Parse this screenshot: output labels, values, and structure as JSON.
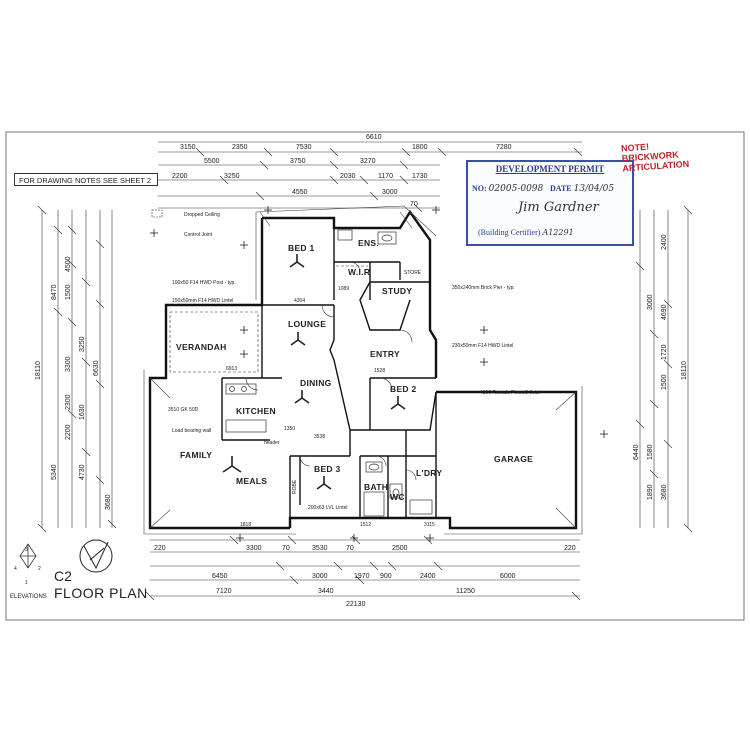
{
  "drawing": {
    "notes_reference": "FOR DRAWING NOTES SEE SHEET 2",
    "title_code": "C2",
    "title": "FLOOR PLAN",
    "elevations_label": "ELEVATIONS"
  },
  "legend": {
    "dropped_ceiling": "Dropped Ceiling",
    "control_joint": "Control Joint"
  },
  "stamp": {
    "title": "DEVELOPMENT PERMIT",
    "no_label": "NO:",
    "no_value": "02005-0098",
    "date_label": "DATE",
    "date_value": "13/04/05",
    "signature": "Jim Gardner",
    "certifier_label": "(Building Certifier)",
    "certifier_id": "A12291"
  },
  "red_stamp": {
    "line1": "NOTE!",
    "line2": "BRICKWORK",
    "line3": "ARTICULATION"
  },
  "rooms": {
    "bed1": "BED 1",
    "ens": "ENS.",
    "wir": "W.I.R",
    "store": "STORE",
    "study": "STUDY",
    "lounge": "LOUNGE",
    "entry": "ENTRY",
    "verandah": "VERANDAH",
    "dining": "DINING",
    "kitchen": "KITCHEN",
    "bed2": "BED 2",
    "garage": "GARAGE",
    "family": "FAMILY",
    "meals": "MEALS",
    "bed3": "BED 3",
    "robe": "ROBE",
    "bath": "BATH",
    "wc": "WC",
    "ldry": "L'DRY"
  },
  "top_dims": {
    "overall": "6610",
    "row1": [
      "3150",
      "2350",
      "7530",
      "1800",
      "7280"
    ],
    "row2": [
      "5500",
      "3750",
      "3270"
    ],
    "row3": [
      "2200",
      "3250",
      "2030",
      "1170",
      "1730"
    ],
    "row4": [
      "4550",
      "3000",
      "70"
    ]
  },
  "bottom_dims": {
    "row1": [
      "220",
      "3300",
      "70",
      "3530",
      "70",
      "2500",
      "220"
    ],
    "row2": [
      "6450",
      "3000",
      "1970",
      "900",
      "2400",
      "6000"
    ],
    "row3": [
      "7120",
      "3440",
      "11250"
    ],
    "overall": "22130"
  },
  "left_dims": {
    "overall": "18110",
    "segments": [
      "8470",
      "4500",
      "1500",
      "3300",
      "3250",
      "6630",
      "2300",
      "1630",
      "2200",
      "5340",
      "4730",
      "3680"
    ]
  },
  "right_dims": {
    "overall": "18110",
    "segments": [
      "2400",
      "3000",
      "4690",
      "1720",
      "1500",
      "6440",
      "1890",
      "3680",
      "1580"
    ]
  },
  "notes": {
    "n1": "100x50 F14 HWD Post - typ.",
    "n2": "150x50mm F14 HWD Lintel",
    "n3": "350x240mm Brick Pier - typ.",
    "n4": "230x50mm F14 HWD Lintel",
    "n5": "4800 Romalo Pinewill Joist",
    "n6": "200x63 LVL Lintel",
    "n7": "Load bearing wall",
    "n8": "header",
    "n9": "3510 GK 50D"
  },
  "inner_dims": {
    "d1": "4304",
    "d2": "6913",
    "d3": "1350",
    "d4": "3538",
    "d5": "1818",
    "d6": "1512",
    "d7": "3115",
    "d8": "1089",
    "d9": "1528"
  }
}
